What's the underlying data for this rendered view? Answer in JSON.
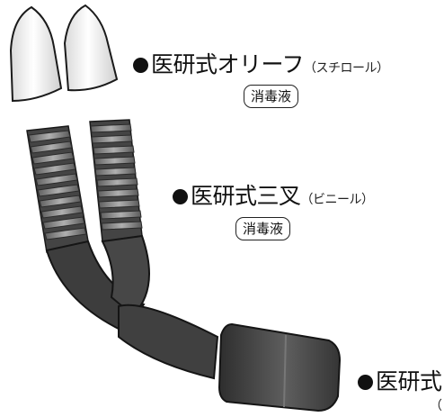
{
  "labels": {
    "olive": {
      "name": "医研式オリーフ",
      "material": "（スチロール）",
      "care": "消毒液"
    },
    "trident": {
      "name": "医研式三叉",
      "material": "（ビニール）",
      "care": "消毒液"
    },
    "third": {
      "name": "医研式",
      "material": "（"
    }
  },
  "colors": {
    "tip_fill": "#f4f4f4",
    "tube_dark": "#3a3a3a",
    "corrugated": "#8e8e8e",
    "connector": "#4a4a4a"
  }
}
